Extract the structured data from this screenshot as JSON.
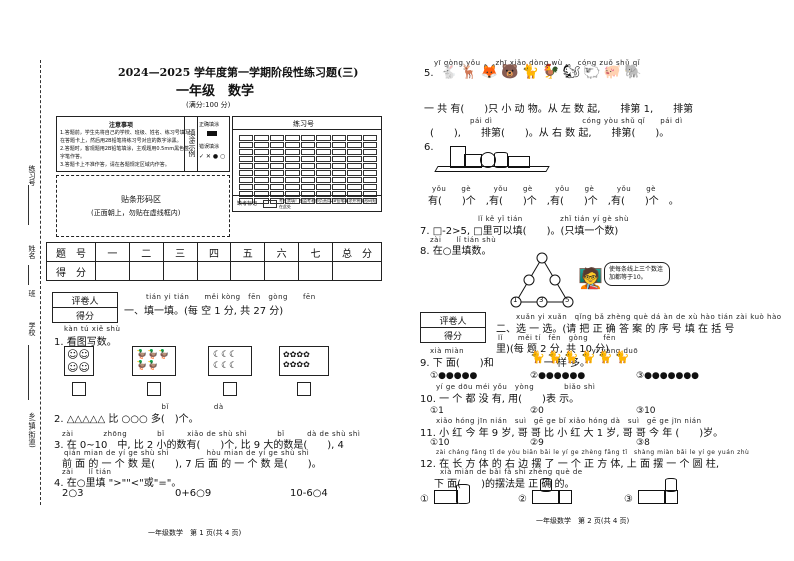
{
  "left": {
    "title": "2024—2025 学年度第一学期阶段性练习题(三)",
    "subtitle": "一年级　数学",
    "full_score": "(满分:100 分)",
    "notes_title": "注意事项",
    "notes": [
      "1.答题前，学生先将自己的学校、班级、姓名、练习号填写在答题卡上，然后用2B铅笔将练习号对应的数字涂黑。",
      "2.答题时，客观题用2B铅笔填涂，主观题用0.5mm黑色签字笔作答。",
      "3.答题卡上不准作答，请在各题规定区域内作答。"
    ],
    "fill_sample_label": "填涂示例",
    "fill_correct": "正确填涂",
    "fill_wrong": "错误填涂",
    "practice_no_label": "练习号",
    "barcode_title": "贴条形码区",
    "barcode_note": "(正面朝上，勿贴在虚线框内)",
    "missing_mark": "缺考标记",
    "missing_note": "考生禁填！由监考老师负责用2B铅笔填涂并将条形码贴在此处",
    "score_table": {
      "head": [
        "题　号",
        "一",
        "二",
        "三",
        "四",
        "五",
        "六",
        "七",
        "总　分"
      ],
      "row_label": "得　分"
    },
    "reviewer": "评卷人",
    "score_label": "得分",
    "section1": {
      "py": "tián yi tián　　měi kòng　fēn　gòng　　fēn",
      "text": "一、填一填。(每 空 1 分, 共 27 分)"
    },
    "q1_py": "kàn tú xiě shù",
    "q1": "1. 看图写数。",
    "q2_py": "　　　　　　　　　　　　　bǐ　　　　　　dà",
    "q2": "2. △△△△△ 比 ○○○ 多(　)个。",
    "q2_blank": "(　　)",
    "q3_py": "zài　　　　zhōng　　　　bǐ　　　xiǎo de shù shì　　　　bǐ　　　dà de shù shì",
    "q3": "3. 在 0~10　中, 比 2 小的数有(　　)个, 比 9 大的数是(　　), 4",
    "q3b_py": "qián mian de yí ge shù shì　　　　　hòu mian de yí ge shù shì",
    "q3b": "前 面 的 一 个 数 是(　　), 7 后 面 的 一 个 数 是(　　)。",
    "q4_py": "zài　　lǐ tián",
    "q4": "4. 在○里填 \">\"\"<\"或\"=\"。",
    "q4_items": [
      "2○3",
      "0+6○9",
      "10-6○4"
    ],
    "left_footer": "一年级数学　第 1 页(共 4 页)",
    "side_labels": [
      "练习号",
      "姓名",
      "班",
      "学校",
      "乡(镇,街道)"
    ]
  },
  "right": {
    "q5_py": "yī gòng yǒu　　zhī xiǎo dòng wù　　cóng zuǒ shǔ qǐ",
    "q5": "5.",
    "q5_line1": "一 共 有(　　)只 小 动 物。从 左 数 起,　　排第 1,　　排第",
    "q5_line2": "(　　),　　排第(　　)。从 右 数 起,　　排第(　　)。",
    "q5_py2": "pái dì　　　　　　　　　　　　cóng yòu shǔ qǐ　　pái dì",
    "q6": "6.",
    "q6_py": "yǒu　　gè　　　yǒu　　gè　　　yǒu　　gè　　　yǒu　　gè",
    "q6_line": "有(　　)个　,有(　　)个　,有(　　)个　,有(　　)个　。",
    "q7_py": "lǐ kě yǐ tián　　　　　zhǐ tián yí gè shù",
    "q7": "7. □-2>5, □里可以填(　　)。(只填一个数)",
    "q8_py": "zài　　lǐ tián shù",
    "q8": "8. 在○里填数。",
    "q8_bubble": "使每条线上三个数连加都等于10。",
    "q8_nums": [
      "1",
      "3",
      "5"
    ],
    "section2_py": "xuǎn yi xuǎn　qǐng bǎ zhèng què dá àn de xù hào tián zài kuò hào",
    "section2": "二、选 一 选。(请 把 正 确 答 案 的 序 号 填 在 括 号",
    "section2b_py": "lǐ　　měi tí　fēn　gòng　　fēn",
    "section2b": "里)(每 题 2 分, 共 10 分)",
    "reviewer": "评卷人",
    "score_label": "得分",
    "q9_py": "xià miàn　　　　　　　　　　　　　　　　　yí yàng duō",
    "q9": "9. 下 面(　　)和　　　　　一 样 多。",
    "q9_opts": [
      "①●●●●●",
      "②●●●●●●",
      "③●●●●●●●"
    ],
    "q10_py": "yí ge dōu méi yǒu　yòng　　　　biǎo shì",
    "q10": "10. 一 个 都 没 有, 用(　　)表 示。",
    "q10_opts": [
      "①1",
      "②0",
      "③10"
    ],
    "q11_py": "xiǎo hóng jīn nián　suì　gē ge bǐ xiǎo hóng dà　suì　gē ge jīn nián",
    "q11": "11. 小 红 今 年 9 岁, 哥 哥 比 小 红 大 1 岁, 哥 哥 今 年 (　　)岁。",
    "q11_opts": [
      "①10",
      "②9",
      "③8"
    ],
    "q12_py": "zài cháng fāng tǐ de yòu biān bǎi le yí ge zhèng fāng tǐ　shàng miàn bǎi le yí ge yuán zhù",
    "q12": "12. 在 长 方 体 的 右 边 摆 了 一 个 正 方 体, 上 面 摆 一 个 圆 柱,",
    "q12b_py": "xià miàn de bǎi fǎ shì zhèng què de",
    "q12b": "下 面(　　)的摆法是 正 确 的。",
    "q12_opts": [
      "①",
      "②",
      "③"
    ],
    "right_footer": "一年级数学　第 2 页(共 4 页)"
  }
}
